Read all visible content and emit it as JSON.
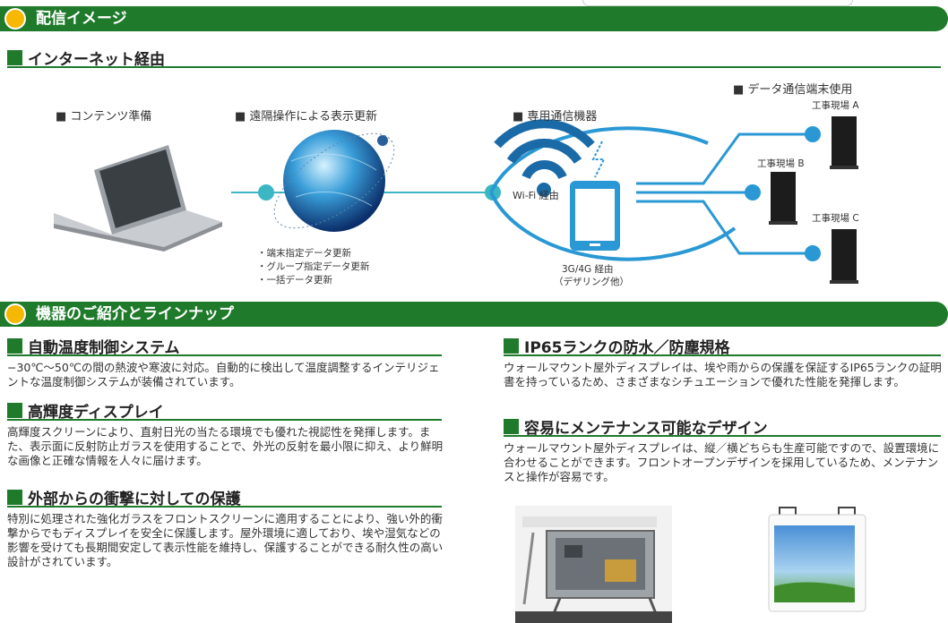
{
  "sections": {
    "delivery": "配信イメージ",
    "lineup": "機器のご紹介とラインナップ"
  },
  "internet": {
    "heading": "インターネット経由",
    "labels": {
      "content": "■ コンテンツ準備",
      "remote": "■ 遠隔操作による表示更新",
      "device": "■ 専用通信機器",
      "terminal": "■ データ通信端末使用"
    },
    "bullets": [
      "・端末指定データ更新",
      "・グループ指定データ更新",
      "・一括データ更新"
    ],
    "wifi": "Wi-Fi 経由",
    "mobile_line1": "3G/4G 経由",
    "mobile_line2": "（デザリング他）",
    "sites": [
      "工事現場 A",
      "工事現場 B",
      "工事現場 C"
    ]
  },
  "features": {
    "temp": {
      "title": "自動温度制御システム",
      "body": "−30℃〜50℃の間の熱波や寒波に対応。自動的に検出して温度調整するインテリジェントな温度制御システムが装備されています。"
    },
    "brightness": {
      "title": "高輝度ディスプレイ",
      "body": "高輝度スクリーンにより、直射日光の当たる環境でも優れた視認性を発揮します。また、表示面に反射防止ガラスを使用することで、外光の反射を最小限に抑え、より鮮明な画像と正確な情報を人々に届けます。"
    },
    "impact": {
      "title": "外部からの衝撃に対しての保護",
      "body": "特別に処理された強化ガラスをフロントスクリーンに適用することにより、強い外的衝撃からでもディスプレイを安全に保護します。屋外環境に適しており、埃や湿気などの影響を受けても長期間安定して表示性能を維持し、保護することができる耐久性の高い設計がされています。"
    },
    "ip65": {
      "title": "IP65ランクの防水／防塵規格",
      "body": "ウォールマウント屋外ディスプレイは、埃や雨からの保護を保証するIP65ランクの証明書を持っているため、さまざまなシチュエーションで優れた性能を発揮します。"
    },
    "maintenance": {
      "title": "容易にメンテナンス可能なデザイン",
      "body": "ウォールマウント屋外ディスプレイは、縦／横どちらも生産可能ですので、設置環境に合わせることができます。フロントオープンデザインを採用しているため、メンテナンスと操作が容易です。"
    }
  },
  "colors": {
    "green": "#1f7a2b",
    "blue": "#2a98d4",
    "teal": "#3bb7c4"
  }
}
